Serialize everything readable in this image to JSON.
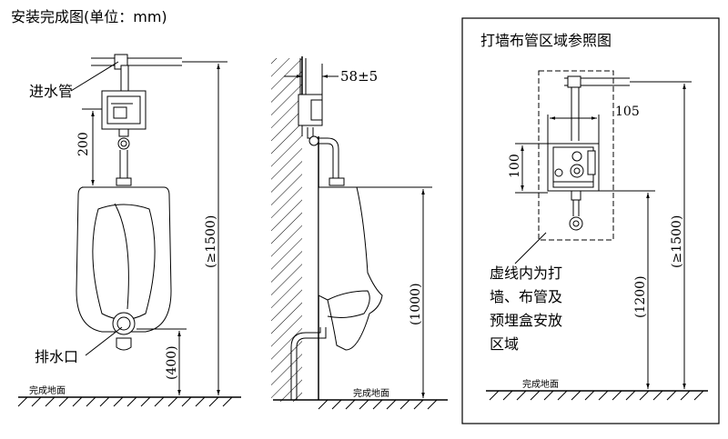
{
  "title": "安装完成图(单位：mm)",
  "front_view": {
    "inlet_label": "进水管",
    "drain_label": "排水口",
    "floor_label": "完成地面",
    "dim_200": "200",
    "dim_1500": "(≥1500)",
    "dim_400": "(400)"
  },
  "side_view": {
    "offset_label": "58±5",
    "dim_1000": "(1000)",
    "floor_label": "完成地面"
  },
  "reference_panel": {
    "title": "打墙布管区域参照图",
    "dim_105": "105",
    "dim_100": "100",
    "dim_1500": "(≥1500)",
    "dim_1200": "(1200)",
    "note_lines": [
      "虚线内为打",
      "墙、布管及",
      "预埋盒安放",
      "区域"
    ],
    "floor_label": "完成地面"
  },
  "colors": {
    "line": "#000000",
    "background": "#ffffff"
  }
}
